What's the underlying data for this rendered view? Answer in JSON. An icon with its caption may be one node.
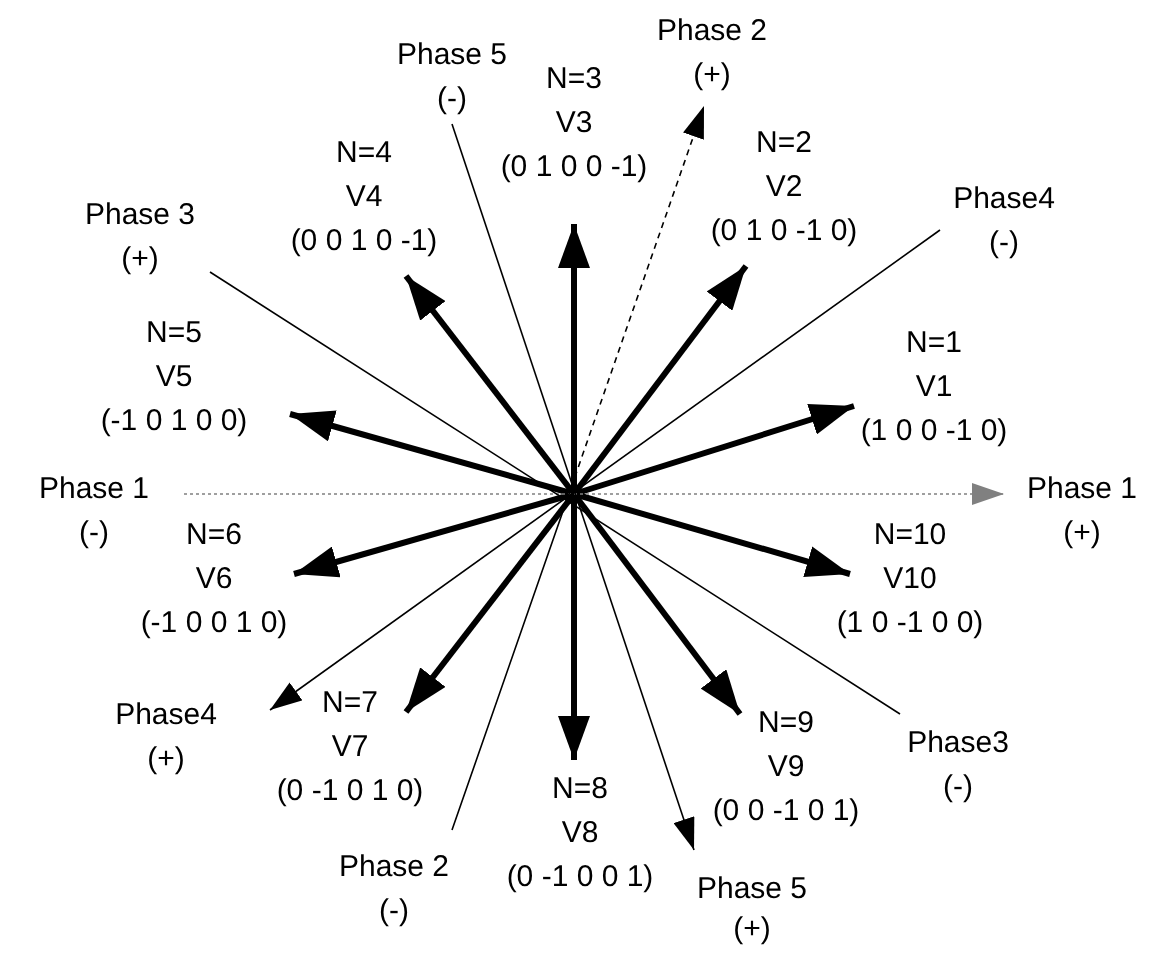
{
  "diagram": {
    "nodes": [
      {
        "text": [
          "Phase 2",
          "(+)"
        ]
      },
      {
        "text": [
          "Phase 5",
          "(-)"
        ]
      },
      {
        "text": [
          "N=3",
          "V3",
          "(0 1 0 0 -1)"
        ]
      },
      {
        "text": [
          "N=2",
          "V2",
          "(0 1 0 -1 0)"
        ]
      },
      {
        "text": [
          "N=4",
          "V4",
          "(0 0 1 0 -1)"
        ]
      },
      {
        "text": [
          "Phase4",
          "(-)"
        ]
      },
      {
        "text": [
          "Phase 3",
          "(+)"
        ]
      },
      {
        "text": [
          "N=5",
          "V5",
          "(-1 0 1 0 0)"
        ]
      },
      {
        "text": [
          "N=1",
          "V1",
          "(1 0 0 -1 0)"
        ]
      },
      {
        "text": [
          "Phase 1",
          "(-)"
        ]
      },
      {
        "text": [
          "Phase 1",
          "(+)"
        ]
      },
      {
        "text": [
          "N=6",
          "V6",
          "(-1 0 0 1 0)"
        ]
      },
      {
        "text": [
          "N=10",
          "V10",
          "(1 0 -1 0 0)"
        ]
      },
      {
        "text": [
          "Phase4",
          "(+)"
        ]
      },
      {
        "text": [
          "N=7",
          "V7",
          "(0 -1 0 1 0)"
        ]
      },
      {
        "text": [
          "N=9",
          "V9",
          "(0 0 -1 0 1)"
        ]
      },
      {
        "text": [
          "Phase3",
          "(-)"
        ]
      },
      {
        "text": [
          "N=8",
          "V8",
          "(0 -1 0 0 1)"
        ]
      },
      {
        "text": [
          "Phase 2",
          "(-)"
        ]
      },
      {
        "text": [
          "Phase 5",
          "(+)"
        ]
      }
    ],
    "edges": [
      {
        "from": null,
        "to": 8,
        "arrow": "to"
      },
      {
        "from": null,
        "to": 3,
        "arrow": "to"
      },
      {
        "from": null,
        "to": 2,
        "arrow": "to"
      },
      {
        "from": null,
        "to": 4,
        "arrow": "to"
      },
      {
        "from": null,
        "to": 7,
        "arrow": "to"
      },
      {
        "from": null,
        "to": 11,
        "arrow": "to"
      },
      {
        "from": null,
        "to": 14,
        "arrow": "to"
      },
      {
        "from": null,
        "to": 17,
        "arrow": "to"
      },
      {
        "from": null,
        "to": 15,
        "arrow": "to"
      },
      {
        "from": null,
        "to": 12,
        "arrow": "to"
      },
      {
        "from": 9,
        "to": 10,
        "arrow": "to",
        "style": "dashed",
        "color": "#808080"
      },
      {
        "from": 18,
        "to": 0,
        "arrow": "to",
        "style": "dashed"
      },
      {
        "from": 16,
        "to": 6,
        "arrow": "none"
      },
      {
        "from": 5,
        "to": 13,
        "arrow": "to"
      },
      {
        "from": 1,
        "to": 19,
        "arrow": "to"
      }
    ]
  }
}
